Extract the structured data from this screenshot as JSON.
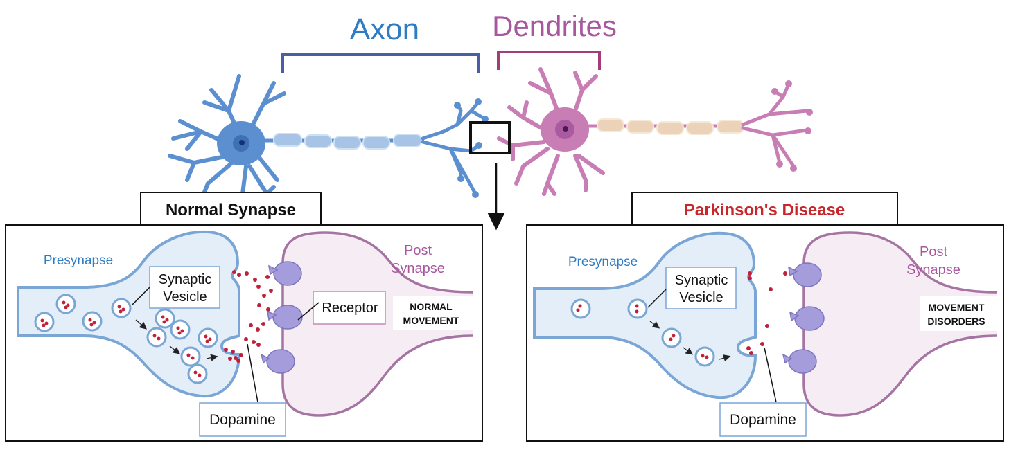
{
  "title_labels": {
    "axon": "Axon",
    "dendrites": "Dendrites"
  },
  "colors": {
    "axon_blue": "#2f7cc4",
    "axon_bracket": "#4a5ea6",
    "dendrite_purple": "#a8579f",
    "dendrite_bracket": "#a33c78",
    "neuron1_fill": "#5b8fcf",
    "neuron2_fill": "#c97db5",
    "pre_fill": "#e3eef9",
    "pre_stroke": "#7aa6d6",
    "post_fill": "#f6ecf3",
    "post_stroke": "#a574a3",
    "receptor": "#a59ddb",
    "dopamine": "#c0203a",
    "disease_red": "#c8262a"
  },
  "panels": [
    {
      "id": "normal",
      "heading": "Normal Synapse",
      "presynapse_label": "Presynapse",
      "post_label_line1": "Post",
      "post_label_line2": "Synapse",
      "vesicle_label_line1": "Synaptic",
      "vesicle_label_line2": "Vesicle",
      "receptor_label": "Receptor",
      "dopamine_label": "Dopamine",
      "outcome_line1": "NORMAL",
      "outcome_line2": "MOVEMENT"
    },
    {
      "id": "parkinsons",
      "heading": "Parkinson's Disease",
      "presynapse_label": "Presynapse",
      "post_label_line1": "Post",
      "post_label_line2": "Synapse",
      "vesicle_label_line1": "Synaptic",
      "vesicle_label_line2": "Vesicle",
      "dopamine_label": "Dopamine",
      "outcome_line1": "MOVEMENT",
      "outcome_line2": "DISORDERS"
    }
  ]
}
